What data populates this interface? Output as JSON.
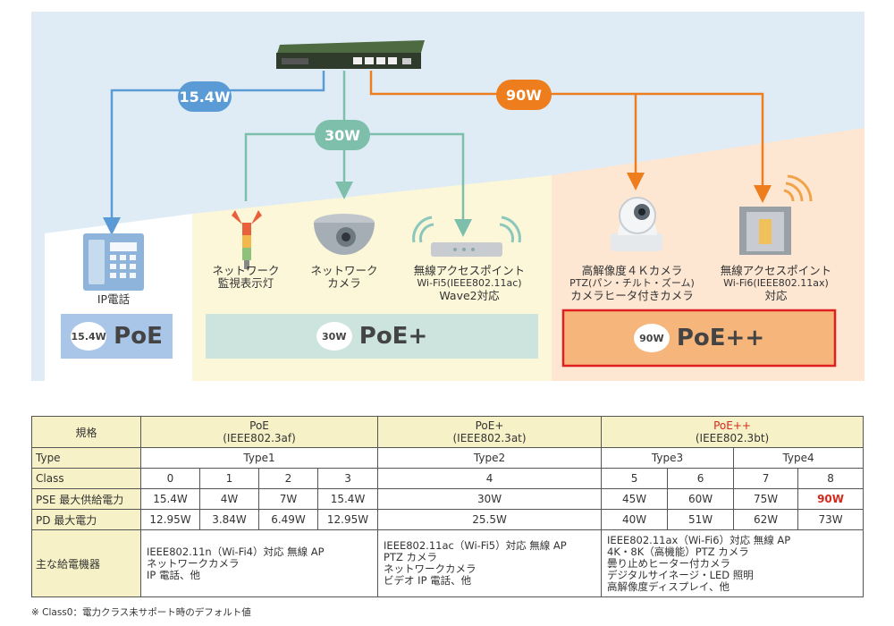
{
  "diagram": {
    "power_pills": {
      "p154": "15.4W",
      "p30": "30W",
      "p90": "90W"
    },
    "devices": {
      "ip_phone": "IP電話",
      "signal_light": [
        "ネットワーク",
        "監視表示灯"
      ],
      "network_camera": [
        "ネットワーク",
        "カメラ"
      ],
      "ap_wifi5": [
        "無線アクセスポイント",
        "Wi-Fi5(IEEE802.11ac)",
        "Wave2対応"
      ],
      "ptz_camera": [
        "高解像度４Ｋカメラ",
        "PTZ(パン・チルト・ズーム)",
        "カメラヒータ付きカメラ"
      ],
      "ap_wifi6": [
        "無線アクセスポイント",
        "Wi-Fi6(IEEE802.11ax)",
        "対応"
      ]
    },
    "bands": [
      {
        "watt": "15.4W",
        "label": "PoE"
      },
      {
        "watt": "30W",
        "label": "PoE+"
      },
      {
        "watt": "90W",
        "label": "PoE++"
      }
    ],
    "colors": {
      "blue": "#5b9bd5",
      "green": "#7dbfaa",
      "orange": "#ee7d1e",
      "highlight": "#e02020"
    }
  },
  "table": {
    "header": {
      "spec": "規格",
      "poe": [
        "PoE",
        "(IEEE802.3af)"
      ],
      "poe_plus": [
        "PoE+",
        "(IEEE802.3at)"
      ],
      "poe_pp": [
        "PoE++",
        "(IEEE802.3bt)"
      ]
    },
    "type_row": {
      "label": "Type",
      "t1": "Type1",
      "t2": "Type2",
      "t3": "Type3",
      "t4": "Type4"
    },
    "class_row": {
      "label": "Class",
      "values": [
        "0",
        "1",
        "2",
        "3",
        "4",
        "5",
        "6",
        "7",
        "8"
      ]
    },
    "pse_row": {
      "label": "PSE 最大供給電力",
      "values": [
        "15.4W",
        "4W",
        "7W",
        "15.4W",
        "30W",
        "45W",
        "60W",
        "75W",
        "90W"
      ]
    },
    "pd_row": {
      "label": "PD 最大電力",
      "values": [
        "12.95W",
        "3.84W",
        "6.49W",
        "12.95W",
        "25.5W",
        "40W",
        "51W",
        "62W",
        "73W"
      ]
    },
    "devices_row": {
      "label": "主な給電機器",
      "poe": [
        "IEEE802.11n（Wi-Fi4）対応 無線 AP",
        "ネットワークカメラ",
        "IP 電話、他"
      ],
      "poe_plus": [
        "IEEE802.11ac（Wi-Fi5）対応 無線 AP",
        "PTZ カメラ",
        "ネットワークカメラ",
        "ビデオ IP 電話、他"
      ],
      "poe_pp": [
        "IEEE802.11ax（Wi-Fi6）対応 無線 AP",
        "4K・8K（高機能）PTZ カメラ",
        "曇り止めヒーター付カメラ",
        "デジタルサイネージ・LED 照明",
        "高解像度ディスプレイ、他"
      ]
    }
  },
  "footnote": "※ Class0：電力クラス未サポート時のデフォルト値"
}
